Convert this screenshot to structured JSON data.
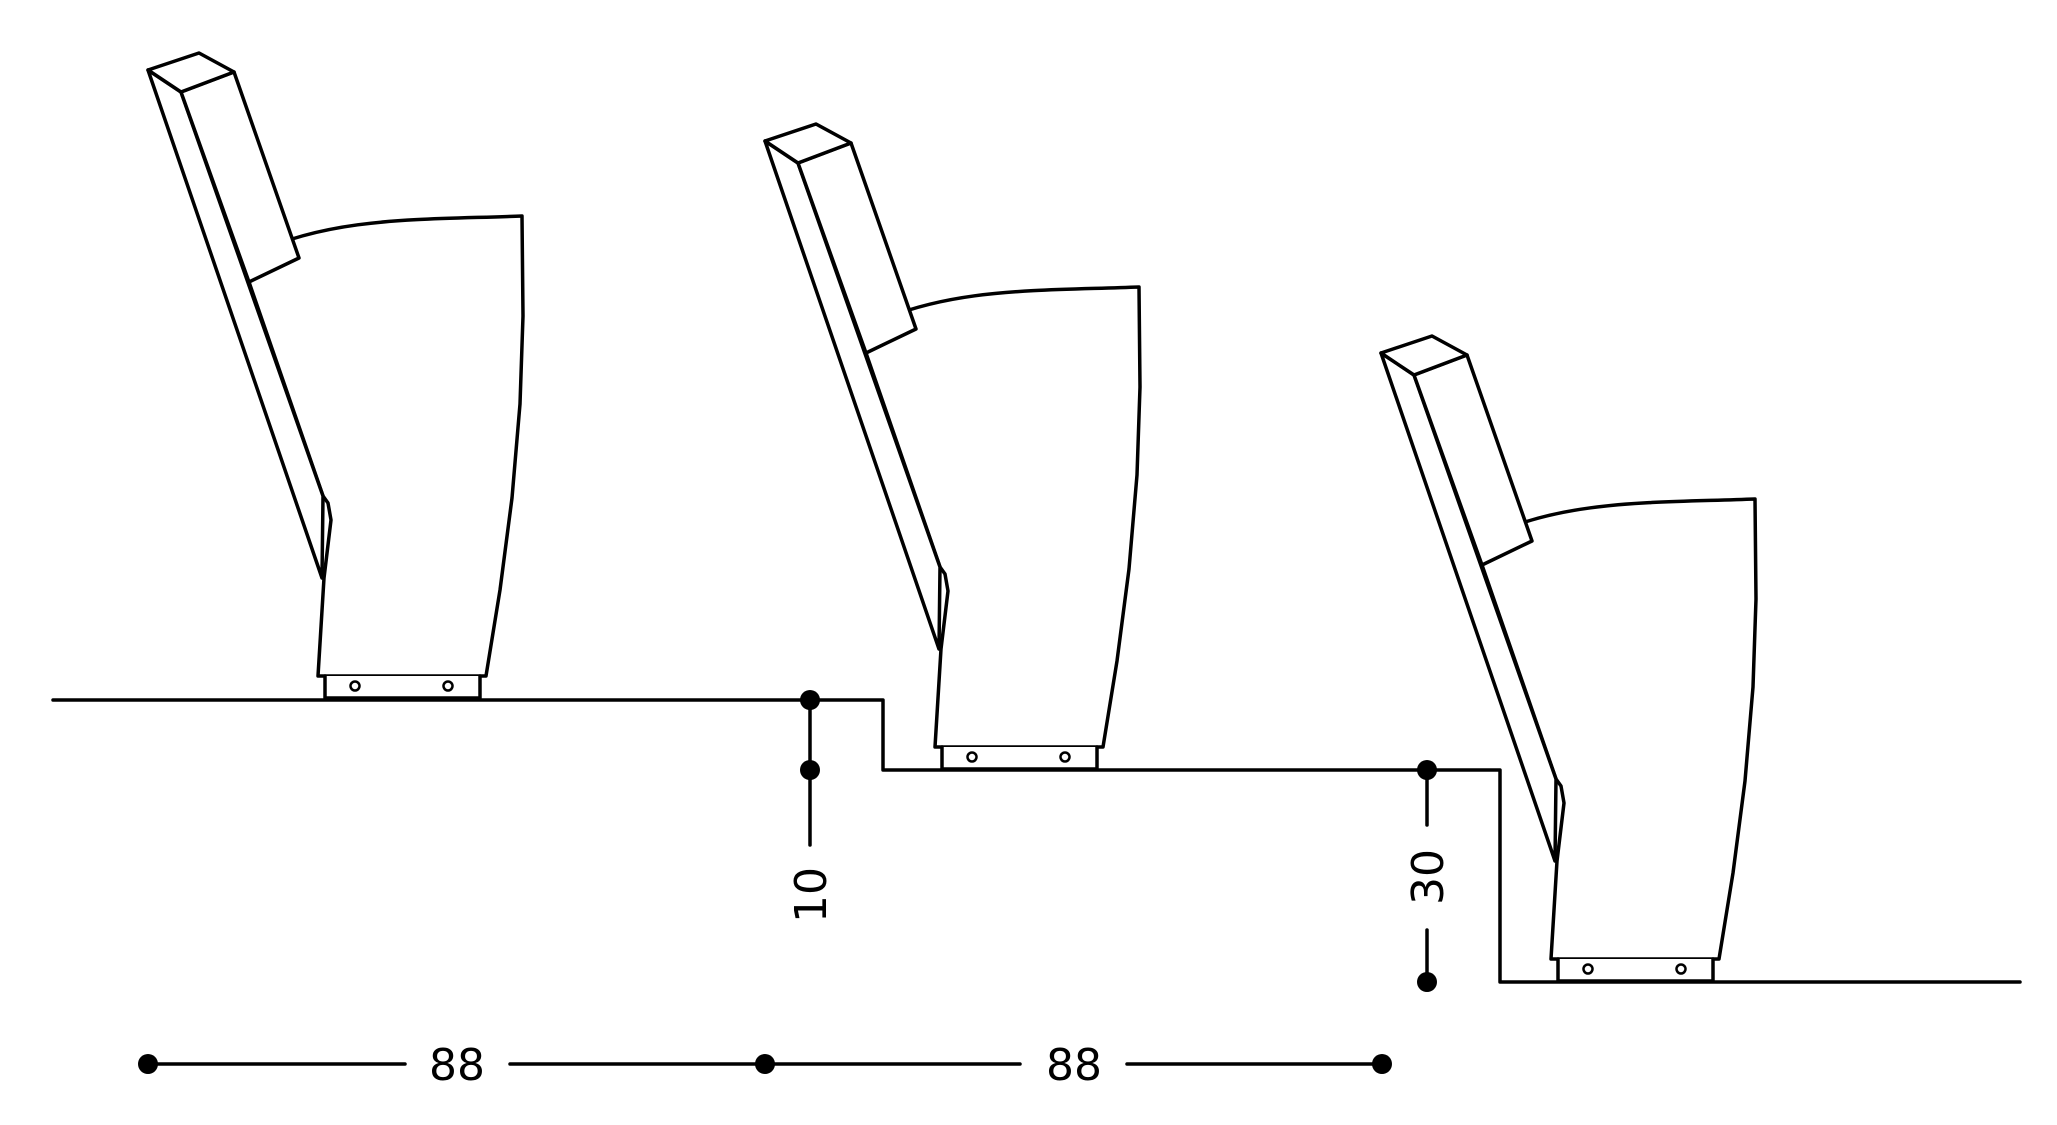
{
  "dimensions": {
    "row_spacing_1": "88",
    "row_spacing_2": "88",
    "step_height_1": "10",
    "step_height_2": "30"
  },
  "colors": {
    "stroke": "#000000",
    "background": "#ffffff"
  }
}
